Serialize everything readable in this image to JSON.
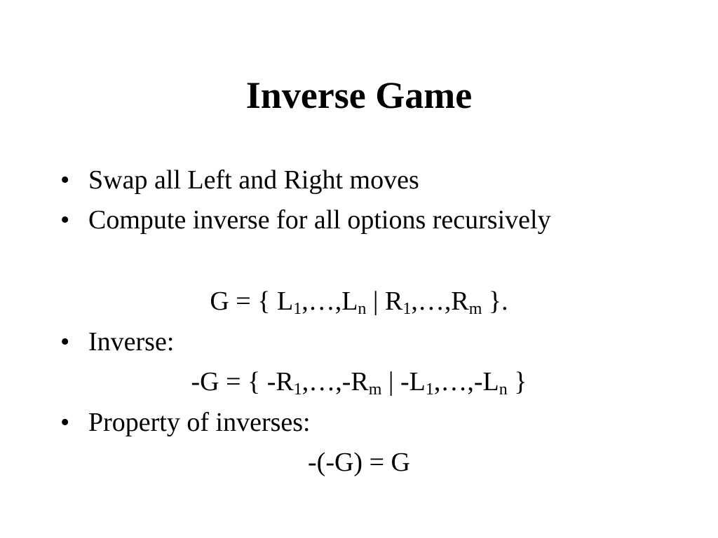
{
  "slide": {
    "title": "Inverse Game",
    "bullet_glyph": "•",
    "bullets": [
      {
        "text": "Swap all Left and Right moves"
      },
      {
        "text": "Compute inverse for all options recursively"
      },
      {
        "text": "Inverse:"
      },
      {
        "text": "Property of inverses:"
      }
    ],
    "formula_game": {
      "parts": [
        "G = { L",
        "1",
        ",…,L",
        "n",
        " | R",
        "1",
        ",…,R",
        "m",
        " }."
      ]
    },
    "formula_inverse": {
      "parts": [
        "-G = { -R",
        "1",
        ",…,-R",
        "m",
        " | -L",
        "1",
        ",…,-L",
        "n",
        " }"
      ]
    },
    "formula_property": "-(-G)  = G"
  }
}
